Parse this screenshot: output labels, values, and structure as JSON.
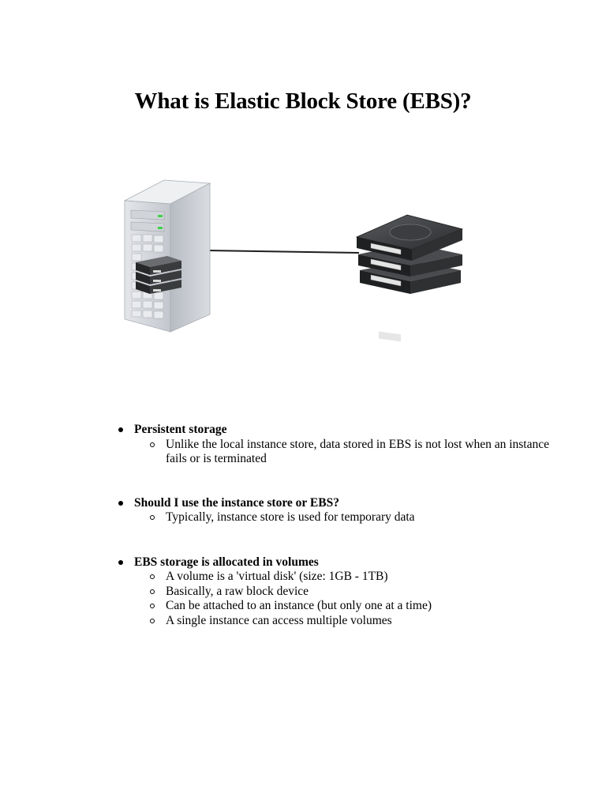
{
  "title": "What is Elastic Block Store (EBS)?",
  "illustration": {
    "server_icon": "server-tower-icon",
    "disk_stack_icon": "hard-disk-stack-icon",
    "colors": {
      "server_body": "#c9ccd1",
      "disk_dark": "#2e2f31",
      "led": "#3fd04a"
    }
  },
  "sections": [
    {
      "heading": "Persistent storage",
      "items": [
        "Unlike the local instance store, data stored in EBS is not lost when an instance fails or is terminated"
      ]
    },
    {
      "heading": "Should I use the instance store or EBS?",
      "items": [
        "Typically, instance store is used for temporary data"
      ]
    },
    {
      "heading": "EBS storage is allocated in volumes",
      "items": [
        "A volume is a 'virtual disk' (size: 1GB - 1TB)",
        "Basically, a raw block device",
        "Can be attached to an instance (but only one at a time)",
        "A single instance can access multiple volumes"
      ]
    }
  ]
}
